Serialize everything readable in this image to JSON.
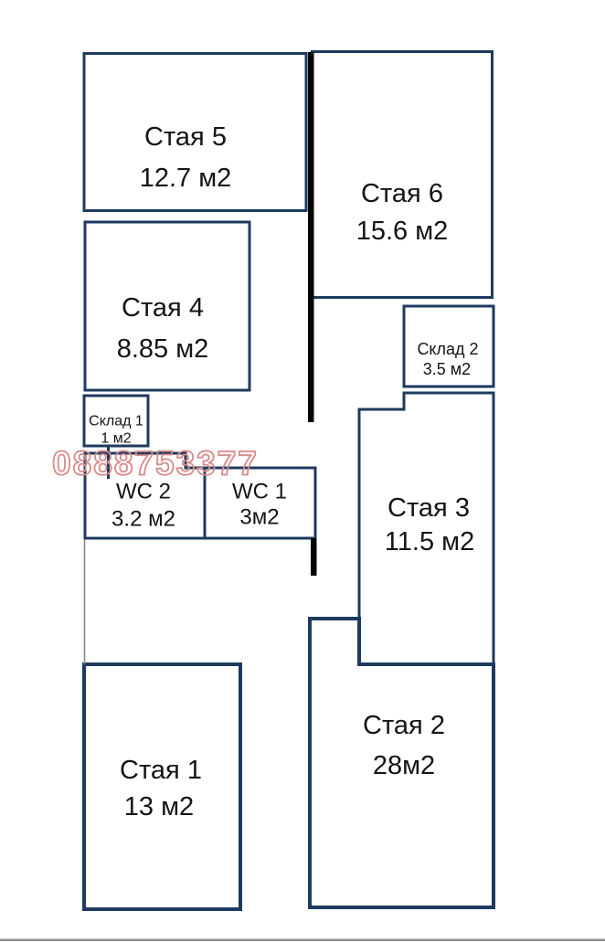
{
  "rooms": [
    {
      "name": "Стая 5",
      "area": "12.7 м2"
    },
    {
      "name": "Стая 6",
      "area": "15.6 м2"
    },
    {
      "name": "Стая 4",
      "area": "8.85 м2"
    },
    {
      "name": "Склад 2",
      "area": "3.5 м2"
    },
    {
      "name": "Склад 1",
      "area": "1 м2"
    },
    {
      "name": "WC 2",
      "area": "3.2 м2"
    },
    {
      "name": "WC 1",
      "area": "3м2"
    },
    {
      "name": "Стая 3",
      "area": "11.5 м2"
    },
    {
      "name": "Стая 1",
      "area": "13 м2"
    },
    {
      "name": "Стая 2",
      "area": "28м2"
    }
  ],
  "watermark": {
    "text": "0888753377"
  },
  "colors": {
    "wall": "#1e3a5f",
    "thick_wall": "#050505",
    "watermark": "#d98a8a",
    "thin_line": "#808080",
    "bottom_bar": "#8c8c8c"
  }
}
